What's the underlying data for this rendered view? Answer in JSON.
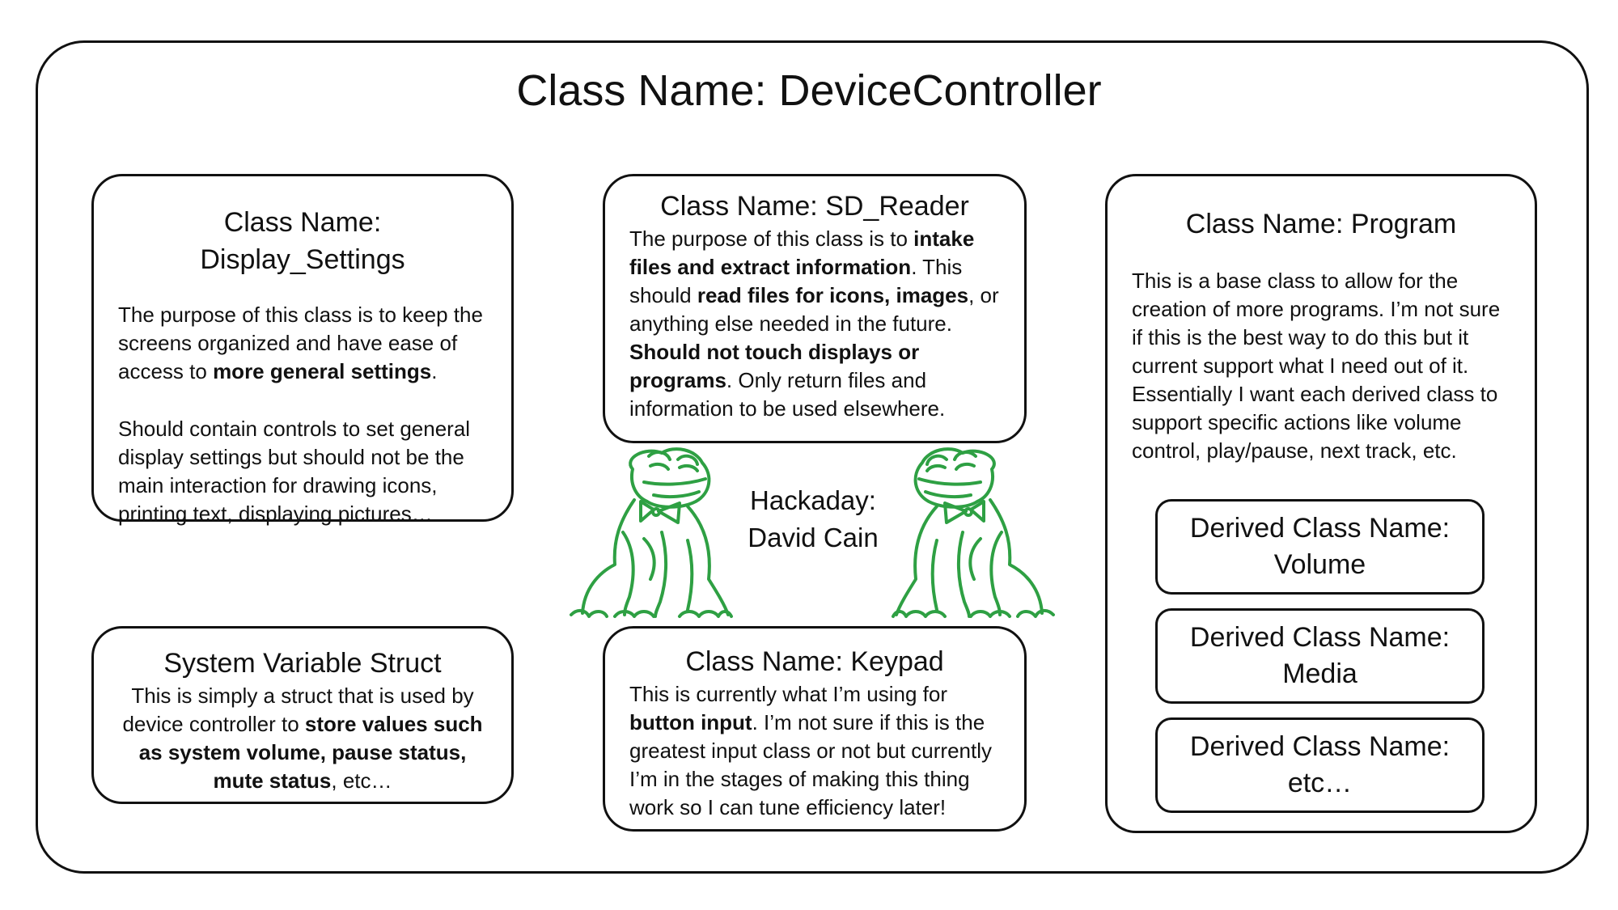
{
  "title": "Class Name: DeviceController",
  "display_settings": {
    "title": "Class Name: Display_Settings",
    "p1_a": "The purpose of this class is to keep the screens organized and have ease of access to ",
    "p1_b": "more general settings",
    "p1_c": ".",
    "p2": "Should contain controls to set general display settings but should not be the main interaction for drawing icons, printing text, displaying pictures…"
  },
  "sd_reader": {
    "title": "Class Name: SD_Reader",
    "a": "The purpose of this class is to ",
    "b": "intake files and extract information",
    "c": ". This should ",
    "d": "read files for icons, images",
    "e": ", or anything else needed in the future. ",
    "f": "Should not touch displays or programs",
    "g": ". Only return files and information to be used elsewhere."
  },
  "program": {
    "title": "Class Name: Program",
    "p1": "This is a base class to allow for the creation of more programs. I’m not sure if this is the best way to do this but it current support what I need out of it.",
    "p2": "Essentially I want each derived class to support specific actions like volume control, play/pause, next track, etc.",
    "derived": [
      {
        "line1": "Derived Class Name:",
        "line2": "Volume"
      },
      {
        "line1": "Derived Class Name:",
        "line2": "Media"
      },
      {
        "line1": "Derived Class Name:",
        "line2": "etc…"
      }
    ]
  },
  "system_struct": {
    "title": "System Variable Struct",
    "a": "This is simply a struct that is used by device controller to ",
    "b": "store values such as system volume, pause status,  mute status",
    "c": ", etc…"
  },
  "keypad": {
    "title": "Class Name: Keypad",
    "a": "This is currently what I’m using for ",
    "b": "button input",
    "c": ". I’m not sure if this is the greatest input class or not but currently I’m in the stages of making this thing work so I can tune efficiency later!"
  },
  "credit": {
    "line1": "Hackaday:",
    "line2": "David Cain"
  },
  "colors": {
    "border": "#111111",
    "frog": "#2ea043"
  },
  "icons": [
    "hackaday-frog-icon",
    "hackaday-frog-icon"
  ]
}
